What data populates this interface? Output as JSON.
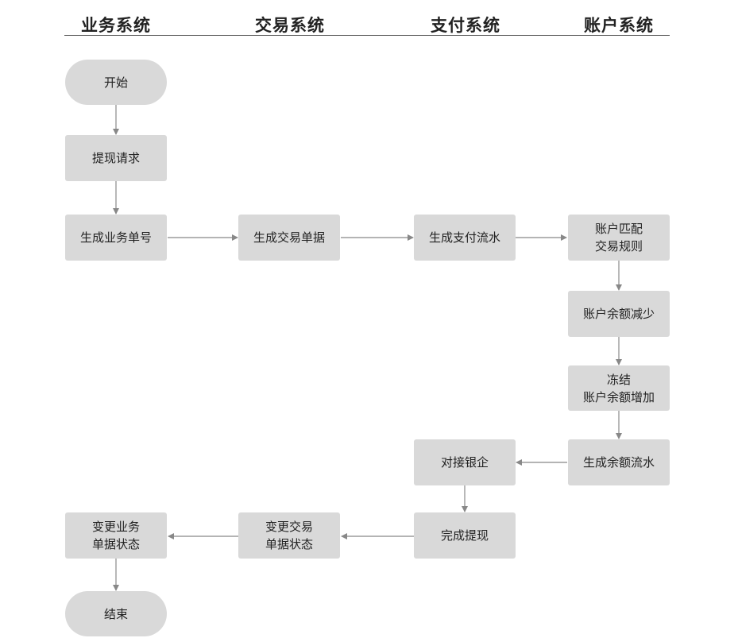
{
  "lanes": {
    "business": "业务系统",
    "trade": "交易系统",
    "payment": "支付系统",
    "account": "账户系统"
  },
  "nodes": {
    "start": "开始",
    "withdraw_request": "提现请求",
    "gen_business_no": "生成业务单号",
    "gen_trade_doc": "生成交易单据",
    "gen_payment_flow": "生成支付流水",
    "account_match_rules": "账户匹配\n交易规则",
    "balance_decrease": "账户余额减少",
    "freeze_increase": "冻结\n账户余额增加",
    "gen_balance_flow": "生成余额流水",
    "connect_bank": "对接银企",
    "complete_withdraw": "完成提现",
    "update_trade_status": "变更交易\n单据状态",
    "update_business_status": "变更业务\n单据状态",
    "end": "结束"
  },
  "colors": {
    "node_fill": "#d9d9d9",
    "connector": "#888888",
    "text": "#222222"
  }
}
